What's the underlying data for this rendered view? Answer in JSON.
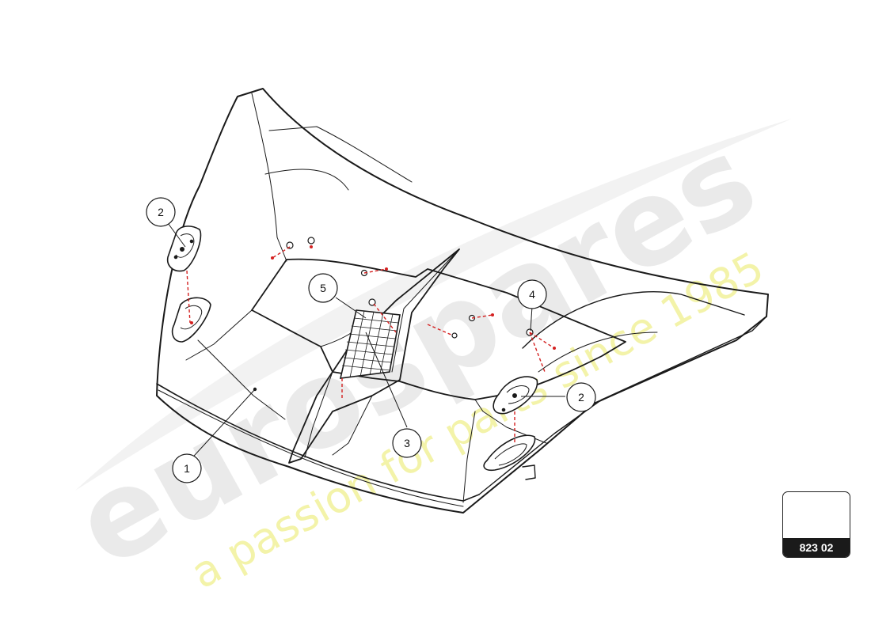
{
  "diagram": {
    "callouts": [
      {
        "id": "callout-1",
        "label": "1"
      },
      {
        "id": "callout-2a",
        "label": "2"
      },
      {
        "id": "callout-2b",
        "label": "2"
      },
      {
        "id": "callout-3",
        "label": "3"
      },
      {
        "id": "callout-4",
        "label": "4"
      },
      {
        "id": "callout-5",
        "label": "5"
      }
    ],
    "badge": {
      "label": "823 02"
    }
  },
  "watermark": {
    "brand": "eurospares",
    "tagline": "a passion for parts since 1985",
    "color_brand": "#e6e6e6",
    "color_tagline": "#f5f5a8"
  },
  "colors": {
    "line": "#1a1a1a",
    "leader": "#d42020"
  }
}
